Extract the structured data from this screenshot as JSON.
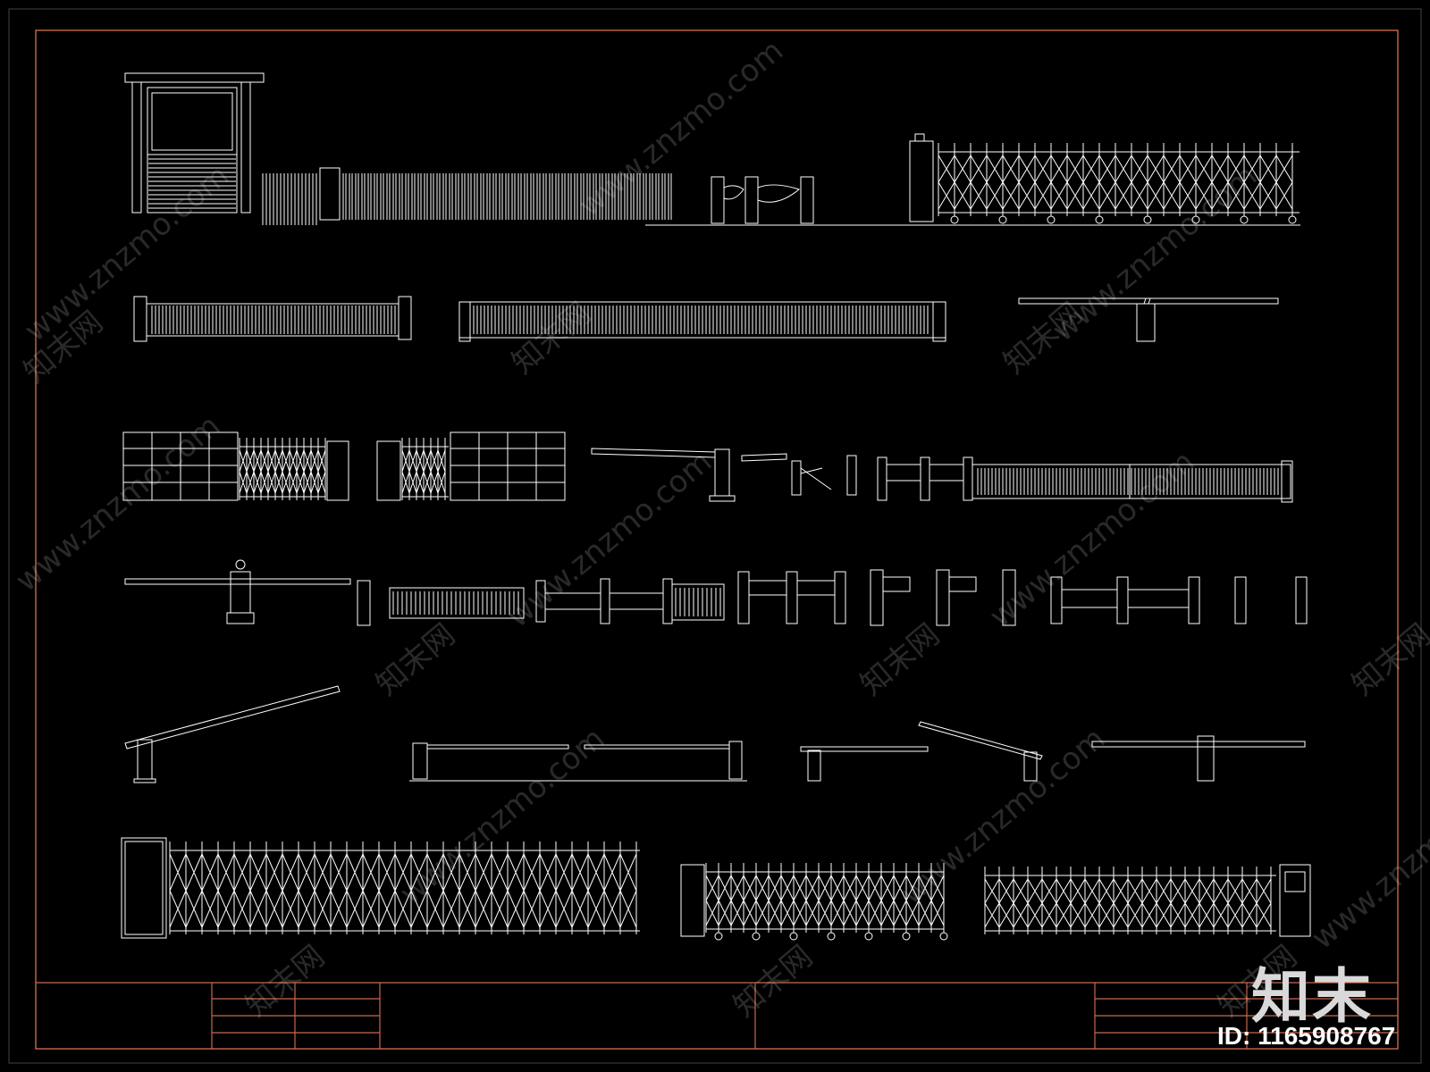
{
  "drawing": {
    "background": "#000000",
    "line_color": "#ffffff",
    "frame_color": "#c8694b"
  },
  "watermark": {
    "site": "www.znzmo.com",
    "brand": "知末网"
  },
  "brand_logo": "知末",
  "id_label": "ID: 1165908767"
}
